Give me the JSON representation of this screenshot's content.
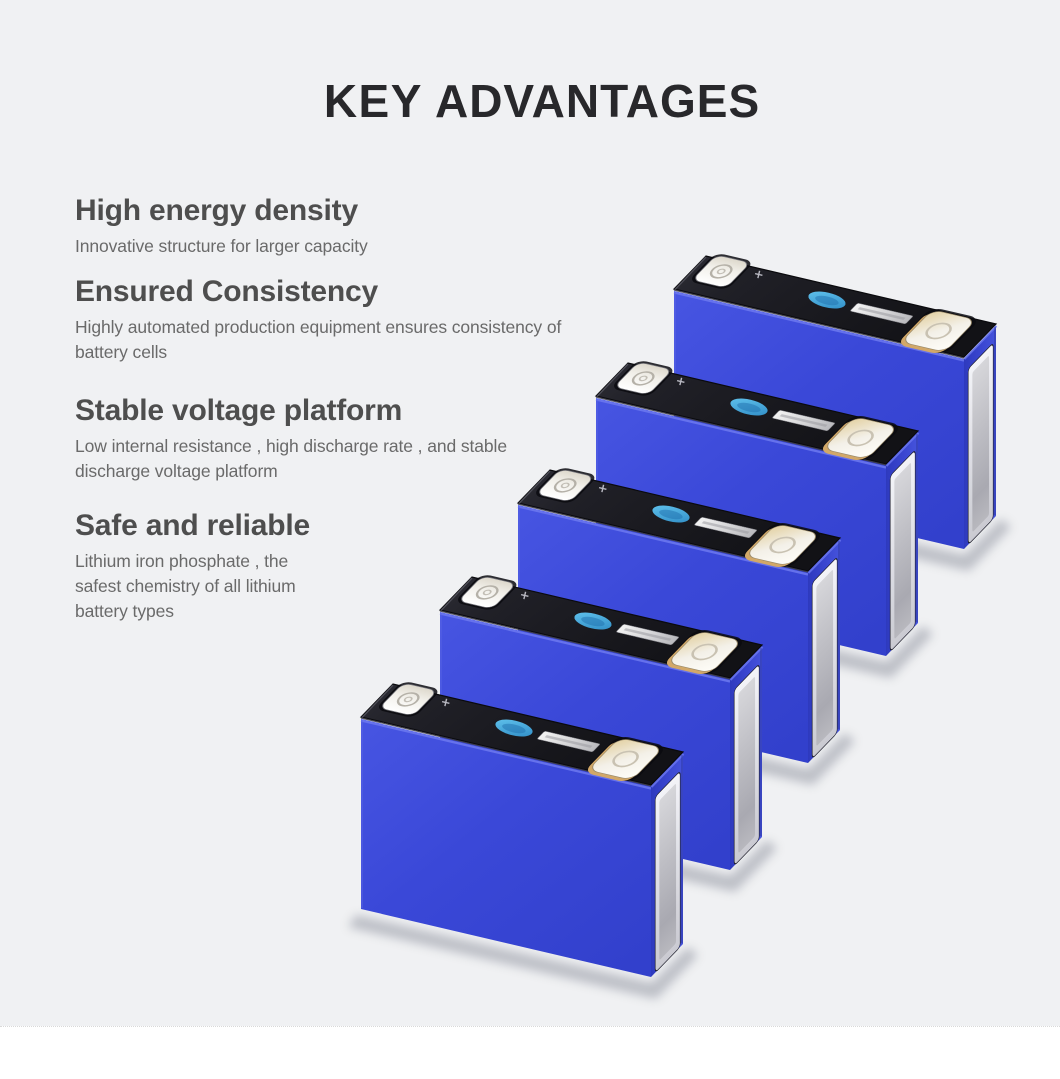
{
  "title": {
    "lead": "KEY",
    "rest": " ADVANTAGES"
  },
  "features": [
    {
      "heading": "High energy density",
      "body": "Innovative structure for larger capacity"
    },
    {
      "heading": "Ensured Consistency",
      "body": "Highly automated production equipment ensures consistency of\nbattery cells"
    },
    {
      "heading": "Stable voltage platform",
      "body": "Low internal resistance , high discharge rate , and stable\ndischarge voltage platform"
    },
    {
      "heading": "Safe and reliable",
      "body": "Lithium iron phosphate , the\nsafest chemistry of all lithium\nbattery types"
    }
  ],
  "hero": {
    "battery_count": 5,
    "polarity_mark": "+"
  },
  "colors": {
    "background": "#F0F1F3",
    "battery_blue": "#3A48D8",
    "battery_lid": "#1B1B21",
    "logo_blue": "#45A8DC",
    "panel_silver": "#C6C6CC",
    "terminal_white": "#F2EFE8",
    "terminal_gold": "#D2A868",
    "footer_white": "#FFFFFF"
  }
}
